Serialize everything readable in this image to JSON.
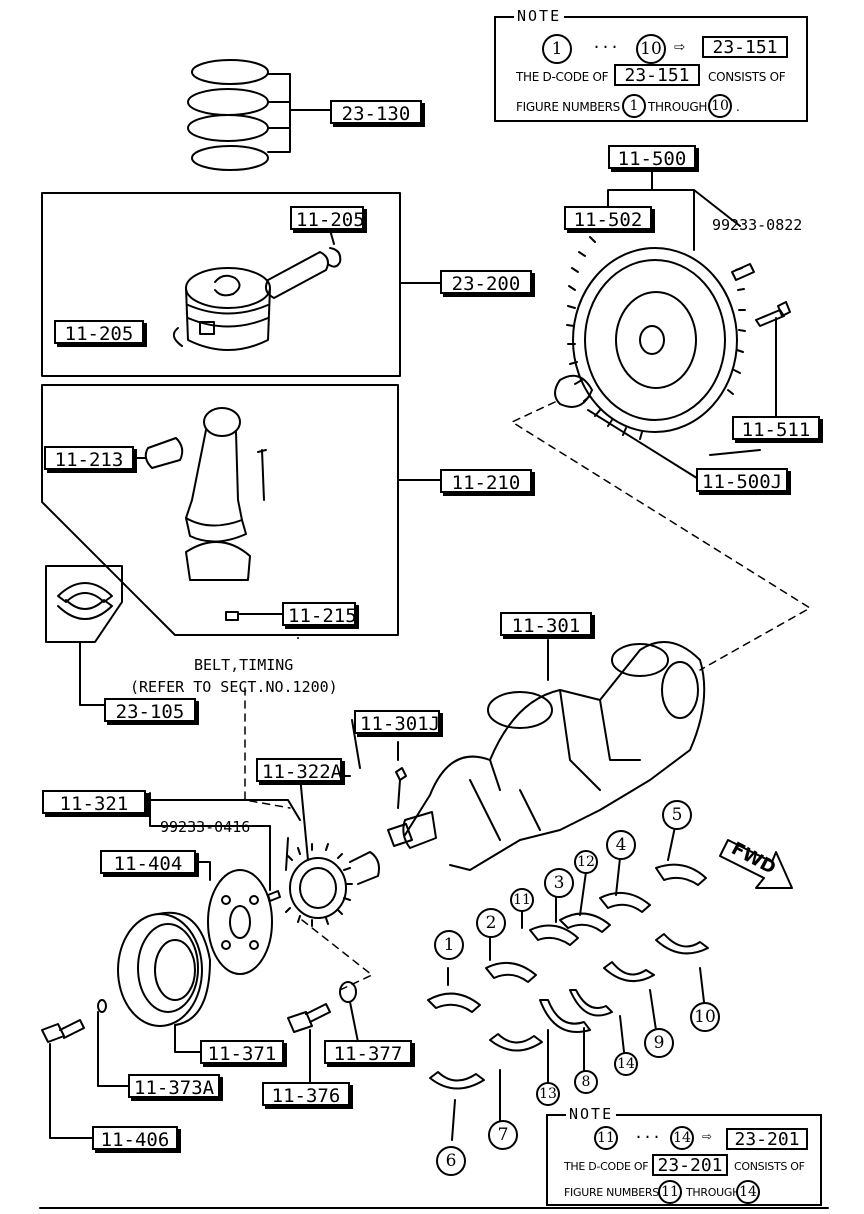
{
  "labels": {
    "l_23_130": "23-130",
    "l_11_205_top": "11-205",
    "l_23_200": "23-200",
    "l_11_205_left": "11-205",
    "l_11_213": "11-213",
    "l_11_210": "11-210",
    "l_11_215": "11-215",
    "l_23_105": "23-105",
    "l_11_500": "11-500",
    "l_11_502": "11-502",
    "l_99233_0822": "99233-0822",
    "l_11_511": "11-511",
    "l_11_500j": "11-500J",
    "l_11_301": "11-301",
    "l_11_301j": "11-301J",
    "l_11_322a": "11-322A",
    "l_11_321": "11-321",
    "l_99233_0416": "99233-0416",
    "l_11_404": "11-404",
    "l_11_371": "11-371",
    "l_11_377": "11-377",
    "l_11_373a": "11-373A",
    "l_11_376": "11-376",
    "l_11_406": "11-406"
  },
  "belt_note": {
    "line1": "BELT,TIMING",
    "line2": "(REFER TO SECT.NO.1200)"
  },
  "fwd": "FWD",
  "note_top": {
    "title": "NOTE",
    "from": "1",
    "dots": "···",
    "to": "10",
    "arrow": "⇨",
    "code": "23-151",
    "text1": "THE D-CODE OF",
    "code2": "23-151",
    "text2": "CONSISTS OF",
    "text3": "FIGURE NUMBERS",
    "n1": "1",
    "text4": "THROUGH",
    "n2": "10",
    "period": "."
  },
  "note_bottom": {
    "title": "NOTE",
    "from": "11",
    "dots": "···",
    "to": "14",
    "arrow": "⇨",
    "code": "23-201",
    "text1": "THE D-CODE OF",
    "code2": "23-201",
    "text2": "CONSISTS OF",
    "text3": "FIGURE NUMBERS",
    "n1": "11",
    "text4": "THROUGH",
    "n2": "14"
  },
  "bearing_numbers": [
    "1",
    "2",
    "3",
    "4",
    "5",
    "6",
    "7",
    "8",
    "9",
    "10",
    "11",
    "12",
    "13",
    "14"
  ],
  "colors": {
    "ink": "#000000",
    "paper": "#ffffff"
  }
}
